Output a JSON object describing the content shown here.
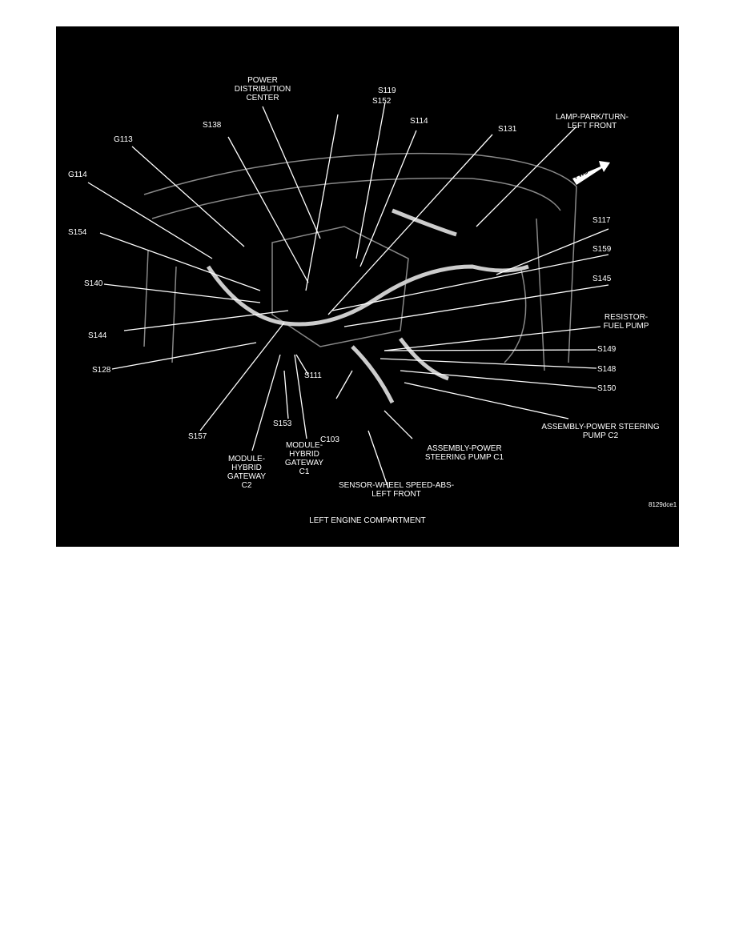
{
  "figure": {
    "title": "LEFT ENGINE COMPARTMENT",
    "code": "8129dce1",
    "fwd": "FWD",
    "labels": {
      "pdc": "POWER DISTRIBUTION CENTER",
      "s152": "S152",
      "s119": "S119",
      "s114": "S114",
      "s131": "S131",
      "lamp": "LAMP-PARK/TURN- LEFT FRONT",
      "s138": "S138",
      "g113": "G113",
      "g114": "G114",
      "s154": "S154",
      "s140": "S140",
      "s144": "S144",
      "s128": "S128",
      "s117": "S117",
      "s159": "S159",
      "s145": "S145",
      "resistor": "RESISTOR- FUEL PUMP",
      "s149": "S149",
      "s148": "S148",
      "s150": "S150",
      "psp_c2": "ASSEMBLY-POWER STEERING PUMP C2",
      "psp_c1": "ASSEMBLY-POWER STEERING PUMP C1",
      "sensor": "SENSOR-WHEEL SPEED-ABS-LEFT FRONT",
      "c103": "C103",
      "s111": "S111",
      "s153": "S153",
      "s157": "S157",
      "mhg_c2": "MODULE- HYBRID GATEWAY C2",
      "mhg_c1": "MODULE- HYBRID GATEWAY C1"
    }
  }
}
